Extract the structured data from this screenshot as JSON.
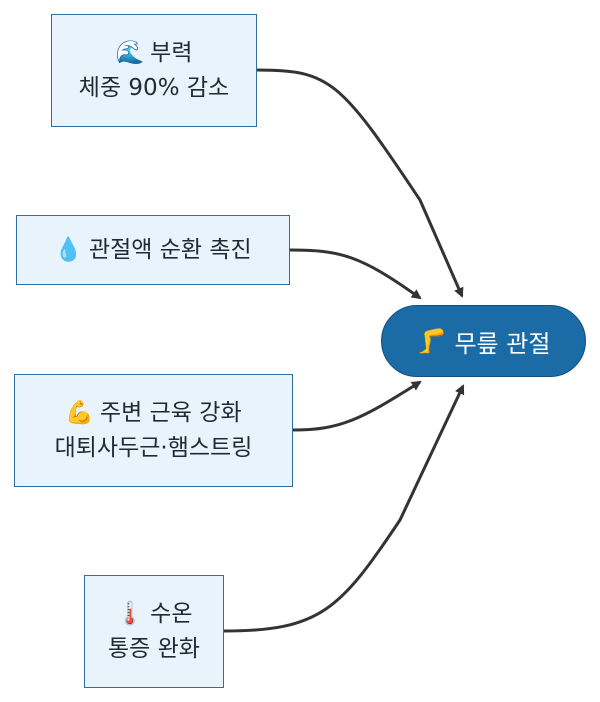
{
  "target": {
    "icon": "🦵",
    "icon_name": "leg-icon",
    "label": "무릎 관절"
  },
  "nodes": [
    {
      "icon": "🌊",
      "icon_name": "wave-icon",
      "title": "부력",
      "subtitle": "체중 90% 감소"
    },
    {
      "icon": "💧",
      "icon_name": "droplet-icon",
      "title": "관절액 순환 촉진",
      "subtitle": ""
    },
    {
      "icon": "💪",
      "icon_name": "flexed-biceps-icon",
      "title": "주변 근육 강화",
      "subtitle": "대퇴사두근·햄스트링"
    },
    {
      "icon": "🌡️",
      "icon_name": "thermometer-icon",
      "title": "수온",
      "subtitle": "통증 완화"
    }
  ],
  "colors": {
    "node_fill": "#e8f3fc",
    "node_border": "#2f6f9f",
    "target_fill": "#1b6ba6",
    "edge": "#333333"
  }
}
